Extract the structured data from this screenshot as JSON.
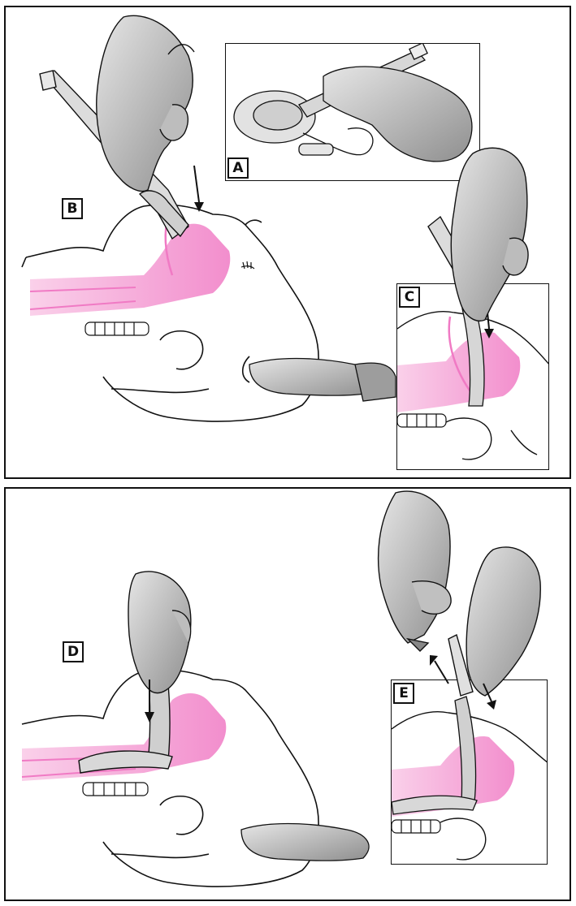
{
  "figure": {
    "labels": {
      "a": "A",
      "b": "B",
      "c": "C",
      "d": "D",
      "e": "E"
    }
  },
  "colors": {
    "airway_pink": "#f07ac4",
    "airway_pink_light": "#f9c8e6",
    "tissue_pink": "#f4a3d6",
    "glove_gray": "#c9c9c9",
    "glove_dark": "#8e8e8e",
    "outline": "#111111"
  }
}
